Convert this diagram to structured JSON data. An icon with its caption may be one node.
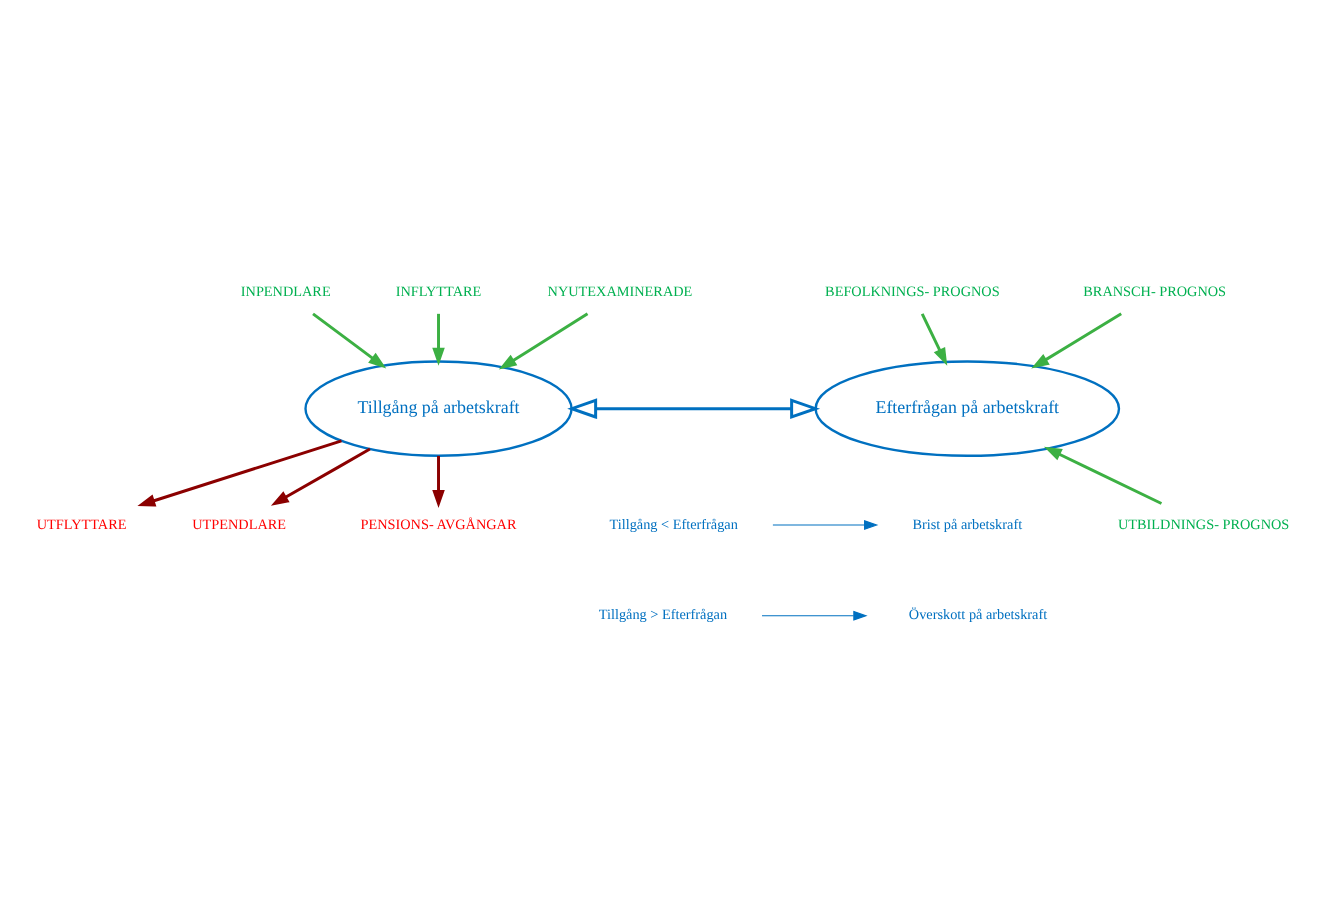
{
  "diagram": {
    "nodes": [
      {
        "text": [
          "INPENDLARE"
        ]
      },
      {
        "text": [
          "INFLYTTARE"
        ]
      },
      {
        "text": [
          "NYUTEXAMINERADE"
        ]
      },
      {
        "text": [
          "Tillgång på arbetskraft"
        ]
      },
      {
        "text": [
          "Efterfrågan på arbetskraft"
        ]
      },
      {
        "text": [
          "BEFOLKNINGS- PROGNOS"
        ]
      },
      {
        "text": [
          "BRANSCH- PROGNOS"
        ]
      },
      {
        "text": [
          "UTFLYTTARE"
        ]
      },
      {
        "text": [
          "UTPENDLARE"
        ]
      },
      {
        "text": [
          "PENSIONS- AVGÅNGAR"
        ]
      },
      {
        "text": [
          "UTBILDNINGS- PROGNOS"
        ]
      },
      {
        "text": [
          "Tillgång < Efterfrågan"
        ]
      },
      {
        "text": [
          "Brist på arbetskraft"
        ]
      },
      {
        "text": [
          "Tillgång > Efterfrågan"
        ]
      },
      {
        "text": [
          "Överskott på arbetskraft"
        ]
      }
    ],
    "edges": [
      {
        "from": 0,
        "to": 3,
        "arrow": "to"
      },
      {
        "from": 1,
        "to": 3,
        "arrow": "to"
      },
      {
        "from": 2,
        "to": 3,
        "arrow": "to"
      },
      {
        "from": 3,
        "to": 7,
        "arrow": "to",
        "color": "#8b0000"
      },
      {
        "from": 3,
        "to": 8,
        "arrow": "to",
        "color": "#8b0000"
      },
      {
        "from": 3,
        "to": 9,
        "arrow": "to",
        "color": "#8b0000"
      },
      {
        "from": 3,
        "to": 4,
        "arrow": "both",
        "color": "#0070c0"
      },
      {
        "from": 5,
        "to": 4,
        "arrow": "to"
      },
      {
        "from": 6,
        "to": 4,
        "arrow": "to"
      },
      {
        "from": 10,
        "to": 4,
        "arrow": "to"
      },
      {
        "from": 11,
        "to": 12,
        "arrow": "to",
        "color": "#0070c0"
      },
      {
        "from": 13,
        "to": 14,
        "arrow": "to",
        "color": "#0070c0"
      }
    ]
  }
}
